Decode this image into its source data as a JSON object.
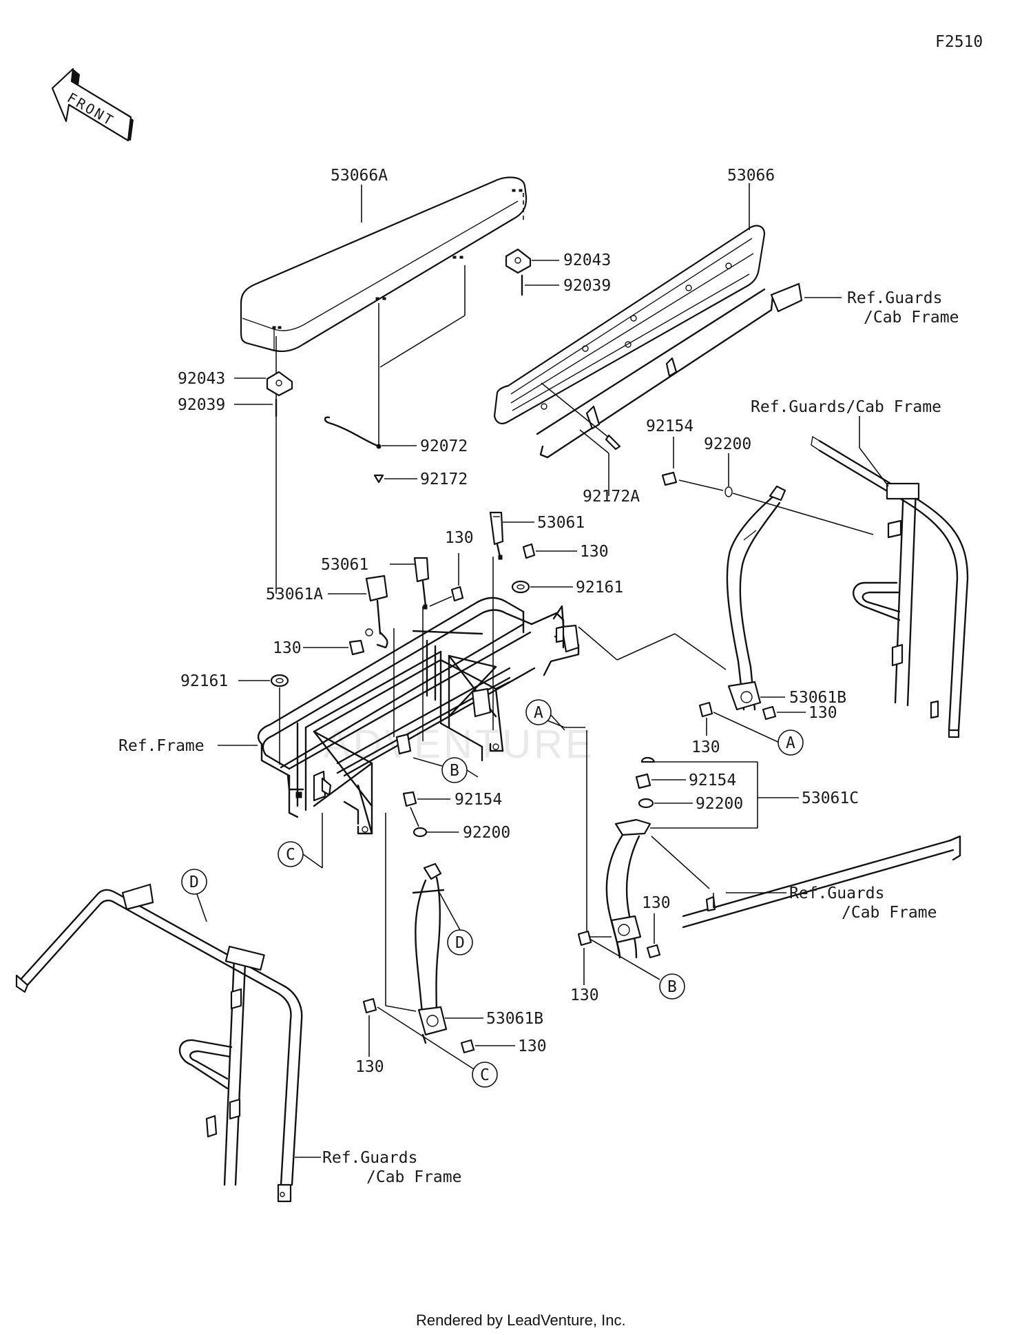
{
  "figure_id": "F2510",
  "front_arrow_label": "FRONT",
  "watermark": "ADVENTURE",
  "footer": "Rendered by LeadVenture, Inc.",
  "callouts": {
    "p53066A": "53066A",
    "p53066": "53066",
    "p92043_r": "92043",
    "p92039_r": "92039",
    "ref_guards_1a": "Ref.Guards",
    "ref_guards_1b": "/Cab Frame",
    "p92043_l": "92043",
    "p92039_l": "92039",
    "p92072": "92072",
    "p92172": "92172",
    "p92172A": "92172A",
    "p92154_tr": "92154",
    "p92200_tr": "92200",
    "ref_guards_2": "Ref.Guards/Cab Frame",
    "p53061_r": "53061",
    "p130_a": "130",
    "p130_b": "130",
    "p92161_r": "92161",
    "p53061_l": "53061",
    "p53061A": "53061A",
    "p130_c": "130",
    "p92161_l": "92161",
    "p53061B_r": "53061B",
    "p130_d": "130",
    "p130_e": "130",
    "ref_frame": "Ref.Frame",
    "p92154_m": "92154",
    "p92200_m": "92200",
    "p53061C": "53061C",
    "p92154_l": "92154",
    "p92200_l": "92200",
    "ref_guards_3a": "Ref.Guards",
    "ref_guards_3b": "/Cab Frame",
    "p130_f": "130",
    "p130_g": "130",
    "p53061B_l": "53061B",
    "p130_h": "130",
    "p130_i": "130",
    "ref_guards_4a": "Ref.Guards",
    "ref_guards_4b": "/Cab Frame"
  },
  "ref_markers": {
    "A1": "A",
    "A2": "A",
    "B1": "B",
    "B2": "B",
    "C1": "C",
    "C2": "C",
    "D1": "D",
    "D2": "D"
  }
}
